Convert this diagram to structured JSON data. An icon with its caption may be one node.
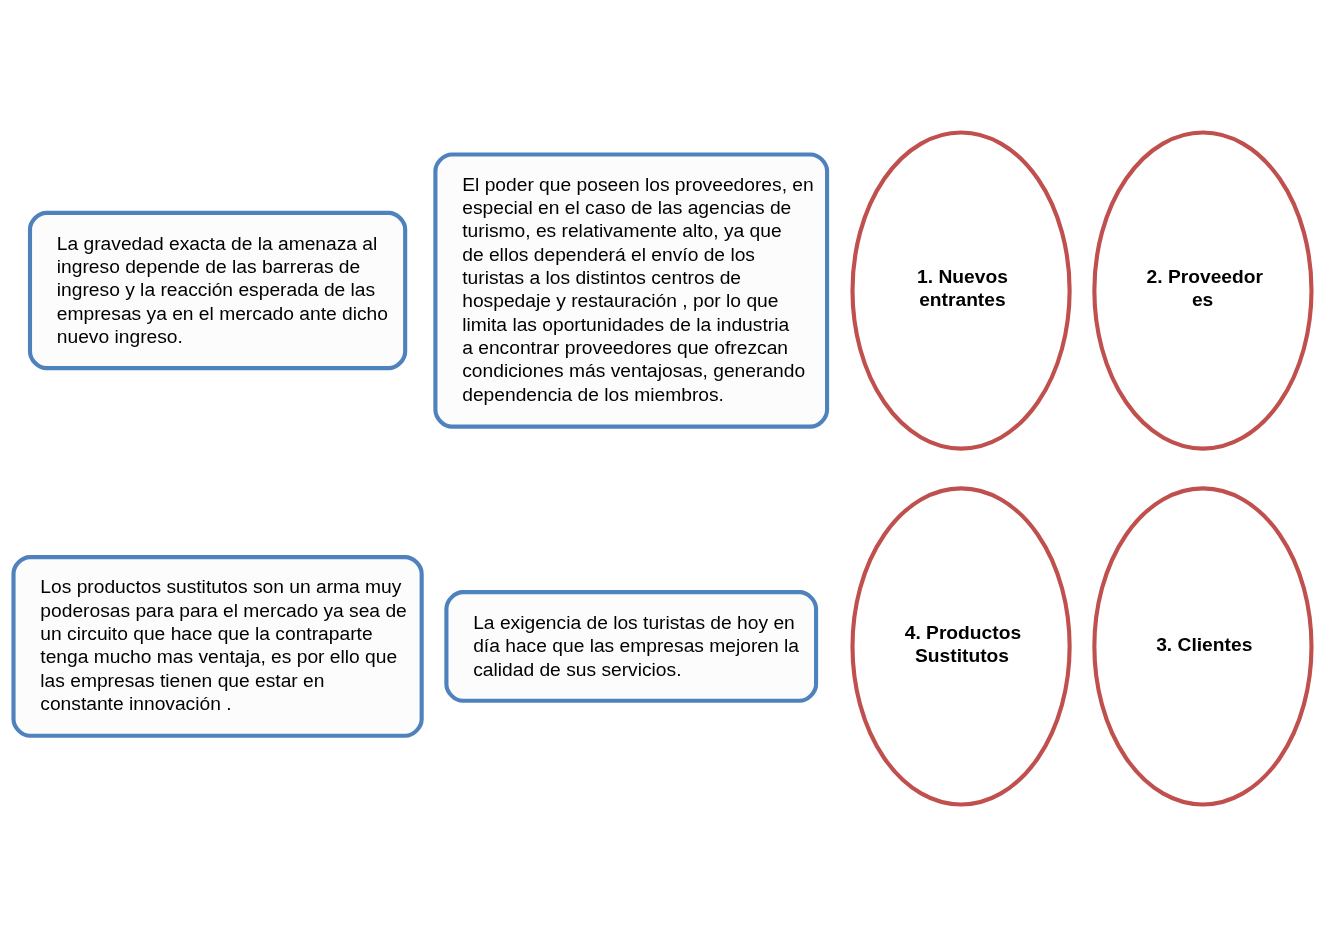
{
  "diagram": {
    "nodes": [
      {
        "text": [
          "La gravedad exacta de la amenaza al ingreso depende de las barreras de ingreso y la reacción esperada de las empresas ya en el mercado ante dicho nuevo ingreso."
        ]
      },
      {
        "text": [
          "El poder que poseen los proveedores, en especial en el caso de las agencias de turismo, es relativamente alto, ya que de ellos dependerá el envío de los turistas a los distintos centros de hospedaje y restauración , por lo que limita las oportunidades de la industria a encontrar proveedores que ofrezcan condiciones más ventajosas, generando dependencia de los miembros."
        ]
      },
      {
        "text": [
          "1. Nuevos entrantes"
        ]
      },
      {
        "text": [
          "2. Proveedor es"
        ]
      },
      {
        "text": [
          "4. Productos Sustitutos"
        ]
      },
      {
        "text": [
          "3. Clientes"
        ]
      },
      {
        "text": [
          "Los productos sustitutos son un arma muy poderosas para para el mercado ya sea de un circuito que hace que la contraparte tenga mucho mas ventaja, es por ello que las empresas tienen que estar en constante innovación ."
        ]
      },
      {
        "text": [
          "La exigencia de los turistas de hoy en día hace que las empresas mejoren la calidad de sus servicios."
        ]
      }
    ],
    "edges": []
  }
}
